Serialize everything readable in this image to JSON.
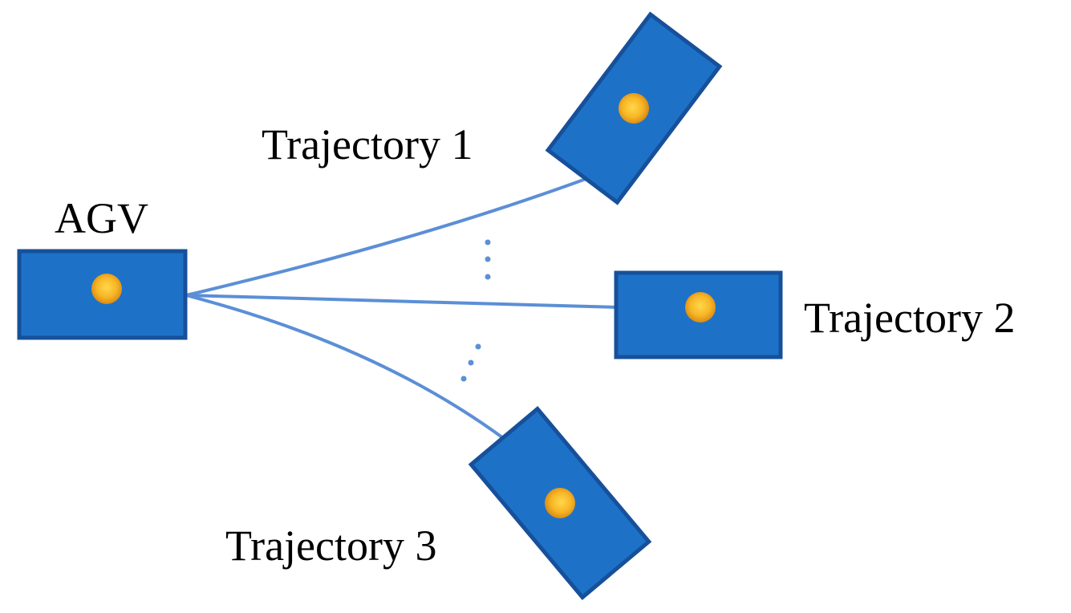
{
  "labels": {
    "agv": "AGV",
    "trajectory_1": "Trajectory 1",
    "trajectory_2": "Trajectory 2",
    "trajectory_3": "Trajectory 3"
  },
  "colors": {
    "vehicle_fill": "#1d72c8",
    "vehicle_stroke": "#17509a",
    "center_outer": "#f0a81a",
    "center_inner": "#ffc93c",
    "path_line": "#5b8fd6",
    "dots": "#5b8fd6",
    "text": "#000000"
  },
  "icons": {
    "vehicle": "agv-vehicle-icon",
    "center_point": "center-point-icon",
    "ellipsis": "vertical-ellipsis-icon"
  }
}
